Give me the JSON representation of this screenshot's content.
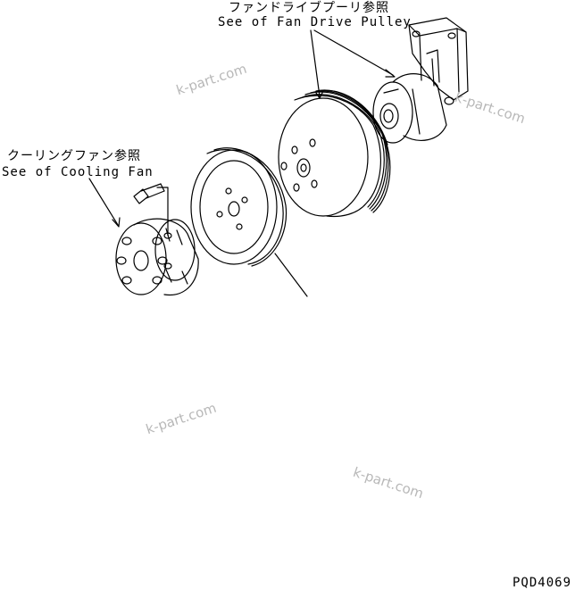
{
  "labels": {
    "fan_drive_jp": "ファンドライブプーリ参照",
    "fan_drive_en": "See of Fan Drive Pulley",
    "cooling_fan_jp": "クーリングファン参照",
    "cooling_fan_en": "See of Cooling Fan",
    "drawing_code": "PQD4069"
  },
  "watermarks": [
    "k-part.com",
    "k-part.com",
    "k-part.com",
    "k-part.com"
  ],
  "colors": {
    "line": "#000000",
    "watermark": "#b8b8b8",
    "background": "#ffffff"
  }
}
